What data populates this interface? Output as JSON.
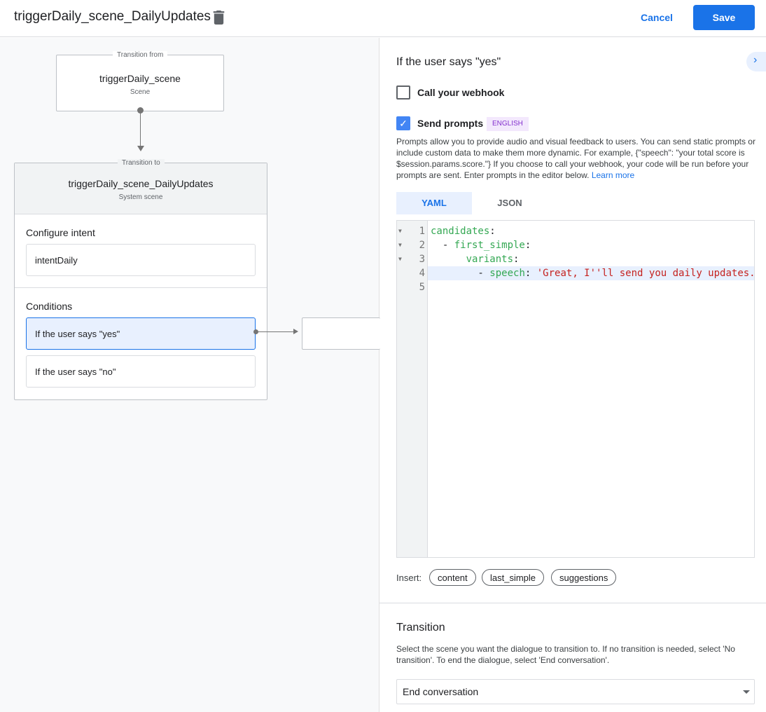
{
  "header": {
    "title": "triggerDaily_scene_DailyUpdates",
    "cancel_label": "Cancel",
    "save_label": "Save"
  },
  "flow": {
    "from": {
      "legend": "Transition from",
      "name": "triggerDaily_scene",
      "type": "Scene"
    },
    "to": {
      "legend": "Transition to",
      "name": "triggerDaily_scene_DailyUpdates",
      "type": "System scene"
    },
    "configure_intent": {
      "heading": "Configure intent",
      "intent": "intentDaily"
    },
    "conditions": {
      "heading": "Conditions",
      "items": [
        "If the user says \"yes\"",
        "If the user says \"no\""
      ]
    }
  },
  "panel": {
    "title": "If the user says \"yes\"",
    "webhook": {
      "label": "Call your webhook",
      "checked": false
    },
    "prompts": {
      "label": "Send prompts",
      "checked": true,
      "badge": "ENGLISH",
      "description": "Prompts allow you to provide audio and visual feedback to users. You can send static prompts or include custom data to make them more dynamic. For example, {\"speech\": \"your total score is $session.params.score.\"} If you choose to call your webhook, your code will be run before your prompts are sent. Enter prompts in the editor below.",
      "learn_more": "Learn more"
    },
    "tabs": [
      "YAML",
      "JSON"
    ],
    "active_tab": "YAML",
    "editor": {
      "line_numbers": [
        "1",
        "2",
        "3",
        "4",
        "5"
      ],
      "lines": [
        {
          "indent": "",
          "key": "candidates",
          "rest": ""
        },
        {
          "indent": "  - ",
          "key": "first_simple",
          "rest": ""
        },
        {
          "indent": "      ",
          "key": "variants",
          "rest": ""
        },
        {
          "indent": "        - ",
          "key": "speech",
          "rest": " 'Great, I''ll send you daily updates."
        }
      ]
    },
    "insert": {
      "label": "Insert:",
      "chips": [
        "content",
        "last_simple",
        "suggestions"
      ]
    },
    "transition": {
      "heading": "Transition",
      "description": "Select the scene you want the dialogue to transition to. If no transition is needed, select 'No transition'. To end the dialogue, select 'End conversation'.",
      "selected": "End conversation"
    }
  },
  "colors": {
    "accent": "#1a73e8",
    "selected_bg": "#e8f0fe",
    "badge_bg": "#f3e8fd",
    "badge_text": "#8430ce"
  }
}
